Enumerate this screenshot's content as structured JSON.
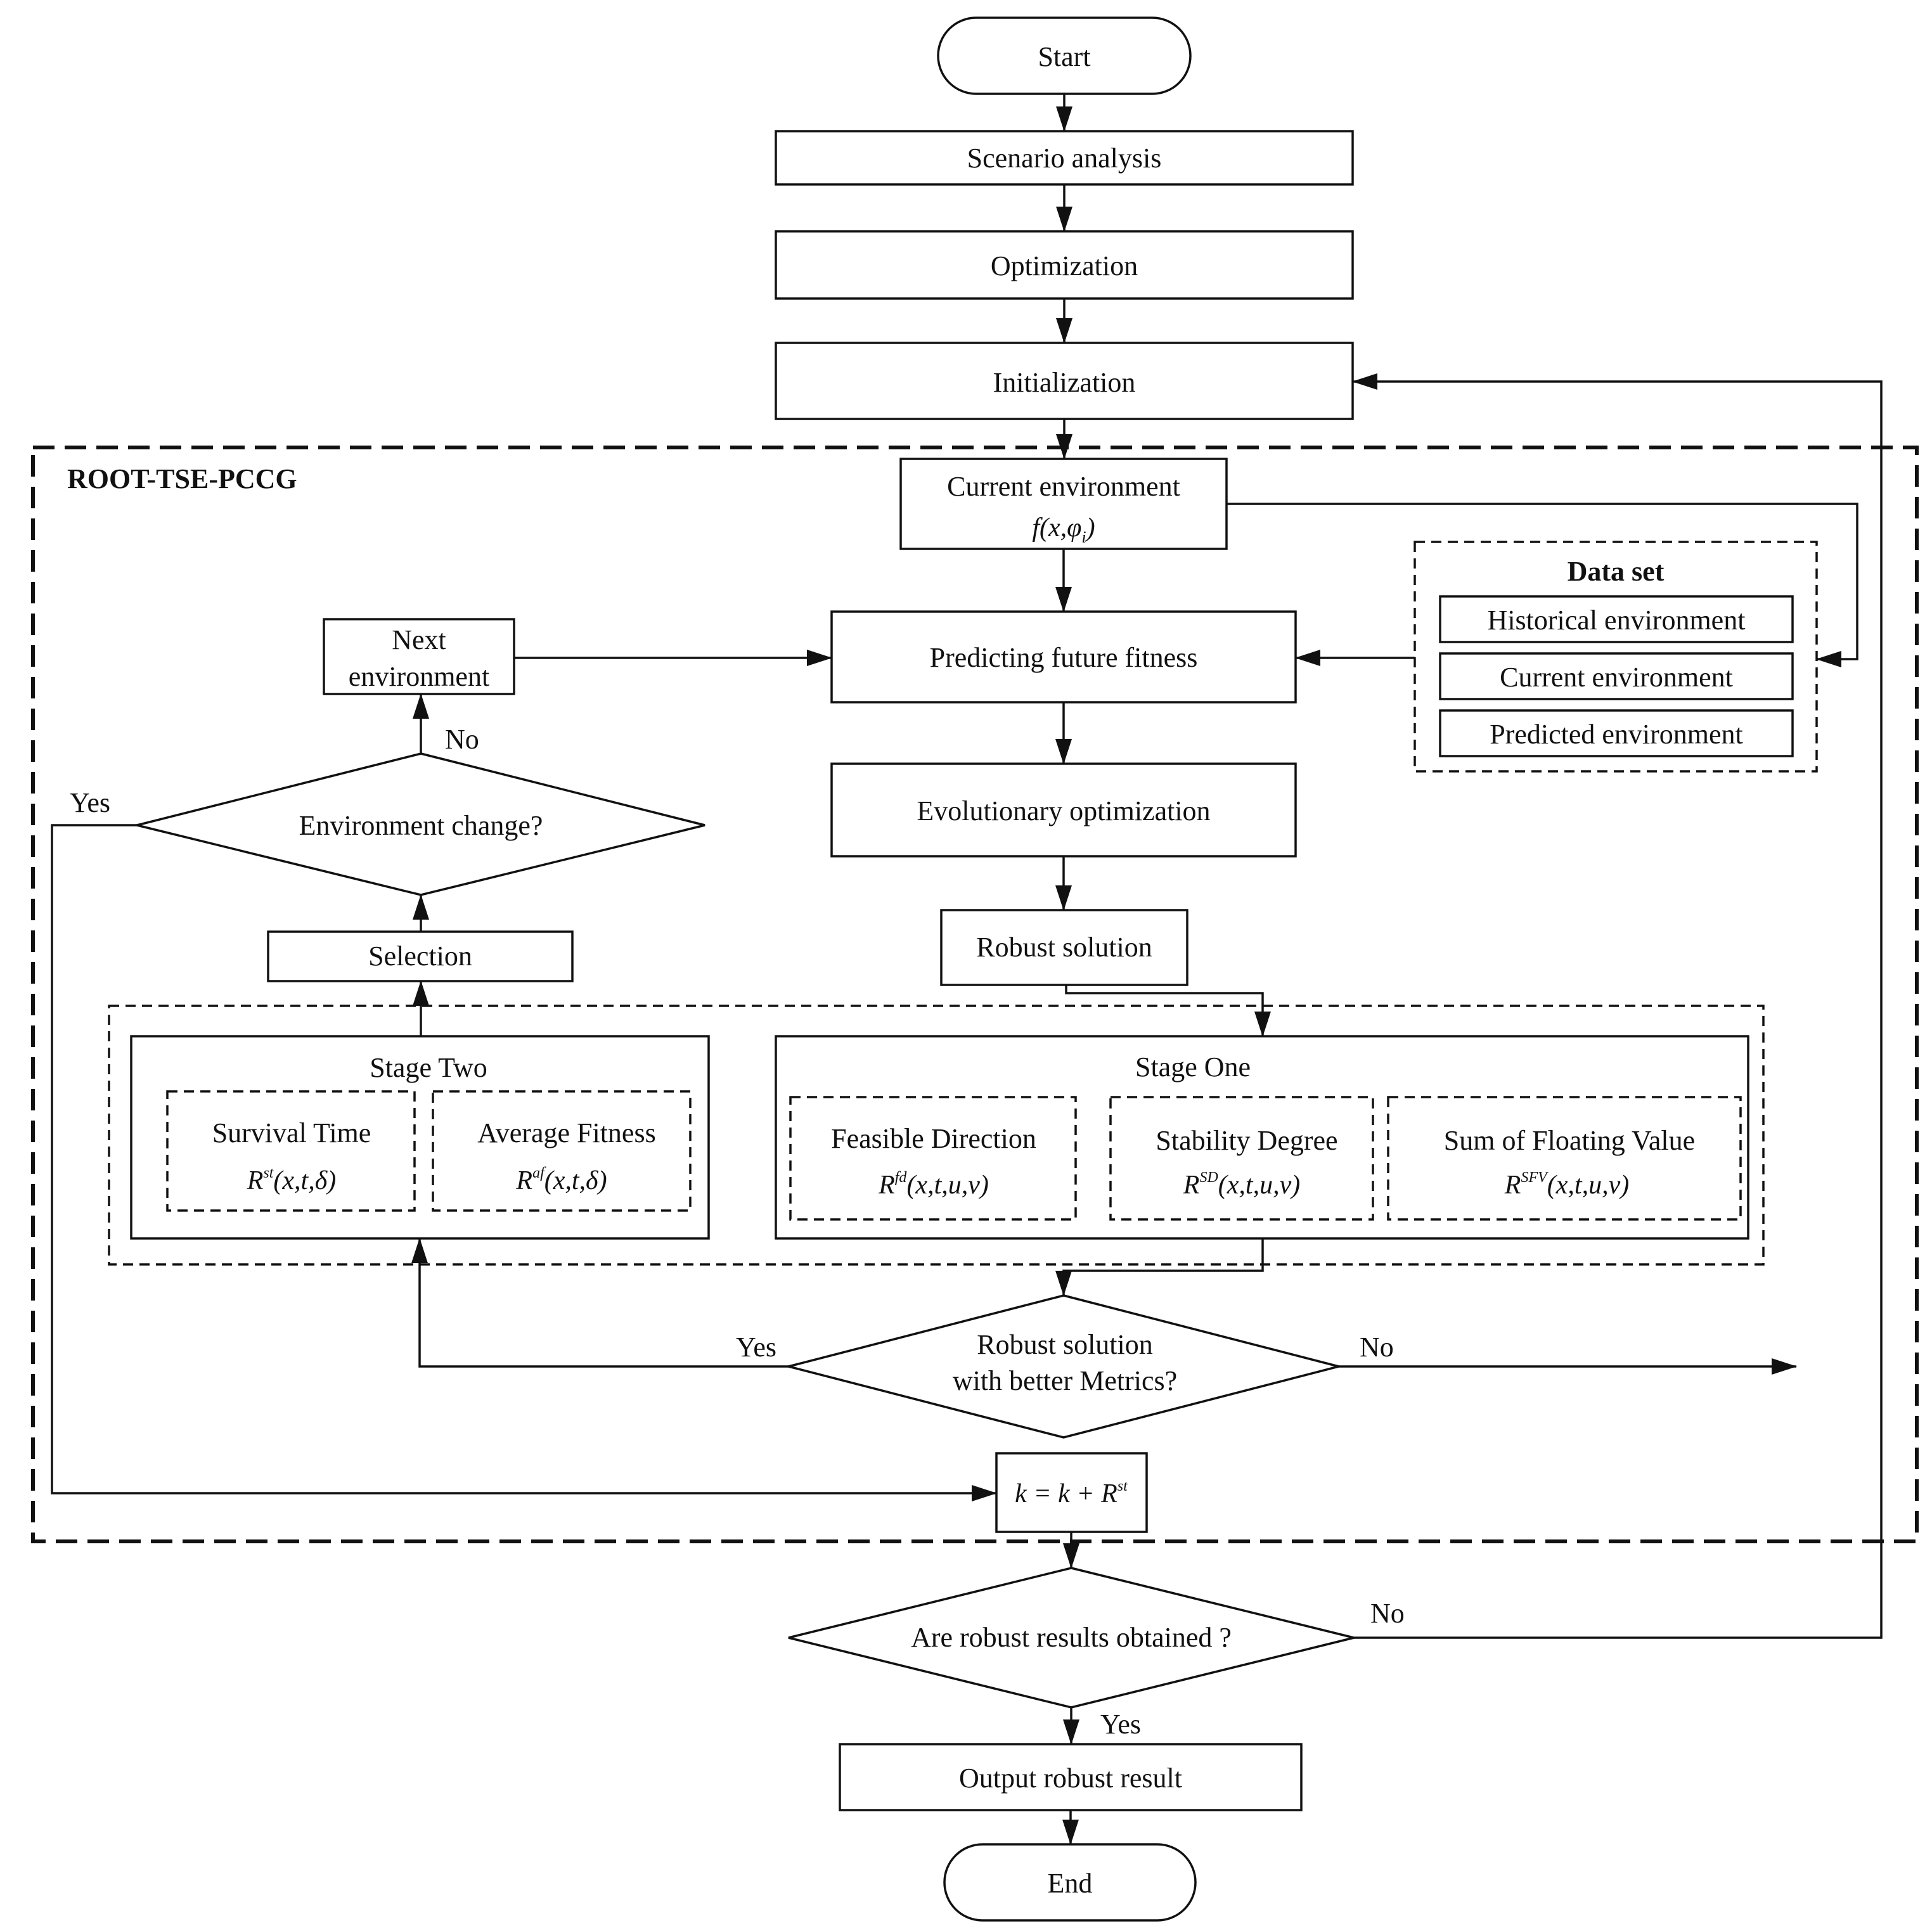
{
  "nodes": {
    "start": "Start",
    "scenario": "Scenario analysis",
    "optimization": "Optimization",
    "initialization": "Initialization",
    "frame_title": "ROOT-TSE-PCCG",
    "current_env": "Current environment",
    "current_env_formula": "f(x,φ",
    "current_env_formula_sub": "i",
    "current_env_formula_close": ")",
    "dataset_title": "Data set",
    "dataset_items": [
      "Historical environment",
      "Current environment",
      "Predicted environment"
    ],
    "predicting": "Predicting future fitness",
    "next_env_line1": "Next",
    "next_env_line2": "environment",
    "env_change": "Environment change?",
    "evolutionary": "Evolutionary optimization",
    "robust_solution": "Robust solution",
    "selection": "Selection",
    "stage_two": "Stage Two",
    "stage_one": "Stage One",
    "survival_time": "Survival Time",
    "average_fitness": "Average Fitness",
    "feasible_direction": "Feasible Direction",
    "stability_degree": "Stability Degree",
    "sum_floating": "Sum of Floating Value",
    "decision_metrics_line1": "Robust solution",
    "decision_metrics_line2": "with better Metrics?",
    "k_update": "k = k + R",
    "robust_results_q": "Are robust results obtained ?",
    "output": "Output robust result",
    "end": "End"
  },
  "formulas": {
    "base": "R",
    "survival_sup": "st",
    "average_sup": "af",
    "feasible_sup": "fd",
    "stability_sup": "SD",
    "sum_sup": "SFV",
    "k_sup": "st",
    "args_stage_two": "(x,t,δ)",
    "args_stage_one": "(x,t,u,v)"
  },
  "labels": {
    "yes": "Yes",
    "no": "No"
  }
}
